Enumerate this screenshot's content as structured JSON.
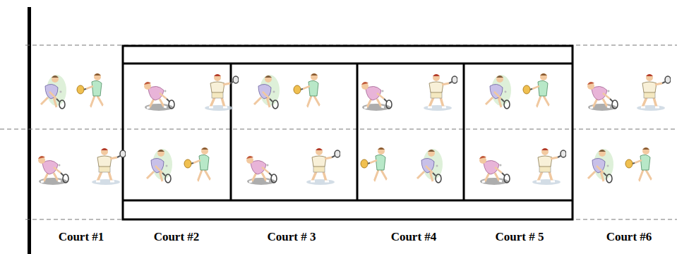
{
  "diagram": {
    "labels": [
      "Court #1",
      "Court #2",
      "Court # 3",
      "Court #4",
      "Court # 5",
      "Court #6"
    ]
  }
}
